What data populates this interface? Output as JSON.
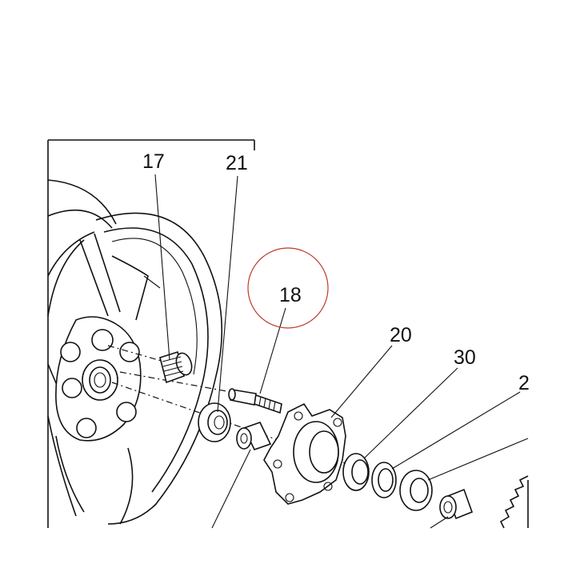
{
  "diagram": {
    "callouts": [
      {
        "id": "17",
        "label": "17"
      },
      {
        "id": "21",
        "label": "21"
      },
      {
        "id": "18",
        "label": "18"
      },
      {
        "id": "20",
        "label": "20"
      },
      {
        "id": "30",
        "label": "30"
      },
      {
        "id": "2x",
        "label": "2"
      }
    ],
    "highlighted_callout": "18",
    "colors": {
      "ink": "#111111",
      "highlight": "#c0392b",
      "background": "#ffffff"
    }
  }
}
